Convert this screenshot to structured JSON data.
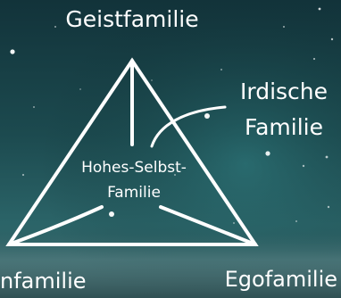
{
  "diagram": {
    "title_top": "Geistfamilie",
    "right_label": {
      "line1": "Irdische",
      "line2": "Familie"
    },
    "center_label": {
      "line1": "Hohes-Selbst-",
      "line2": "Familie"
    },
    "bottom_left": "nfamilie",
    "bottom_right": "Egofamilie"
  },
  "colors": {
    "background_top": "#163a3e",
    "background_mid": "#245b60",
    "background_bottom": "#2e5a5e",
    "line": "#ffffff",
    "text": "#ffffff"
  }
}
